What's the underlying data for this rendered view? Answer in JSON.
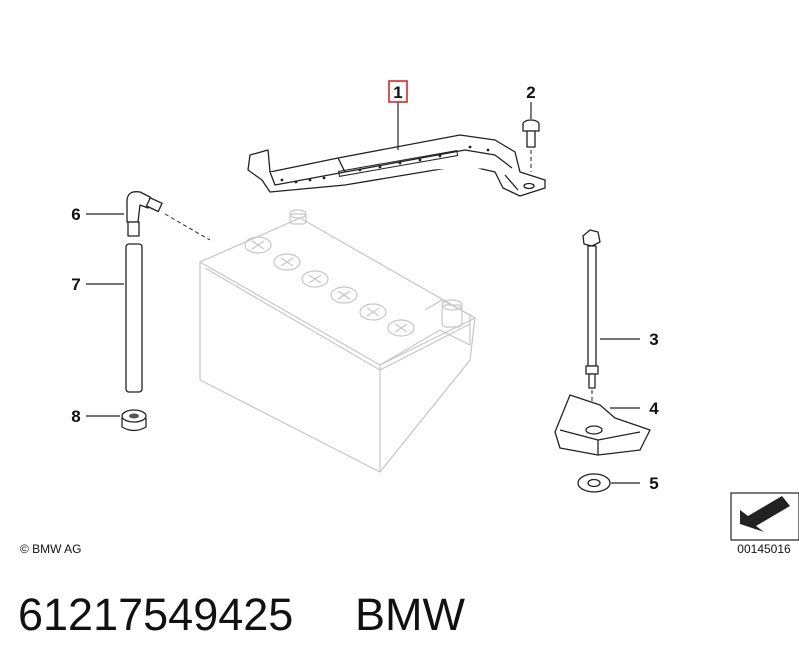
{
  "diagram": {
    "callouts": [
      {
        "id": "1",
        "label": "1",
        "highlighted": true
      },
      {
        "id": "2",
        "label": "2"
      },
      {
        "id": "3",
        "label": "3"
      },
      {
        "id": "4",
        "label": "4"
      },
      {
        "id": "5",
        "label": "5"
      },
      {
        "id": "6",
        "label": "6"
      },
      {
        "id": "7",
        "label": "7"
      },
      {
        "id": "8",
        "label": "8"
      }
    ],
    "copyright": "© BMW AG",
    "image_code": "00145016",
    "part_number": "61217549425",
    "brand": "BMW",
    "highlight_color": "#d9262b"
  }
}
